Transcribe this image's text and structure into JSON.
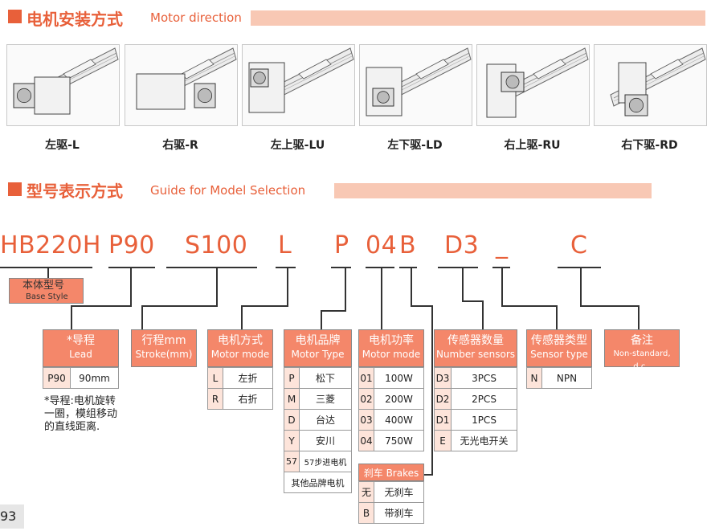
{
  "section1": {
    "title_cn": "电机安装方式",
    "title_en": "Motor direction"
  },
  "directions": [
    {
      "label": "左驱-L"
    },
    {
      "label": "右驱-R"
    },
    {
      "label": "左上驱-LU"
    },
    {
      "label": "左下驱-LD"
    },
    {
      "label": "右上驱-RU"
    },
    {
      "label": "右下驱-RD"
    }
  ],
  "section2": {
    "title_cn": "型号表示方式",
    "title_en": "Guide for Model Selection"
  },
  "model_code": {
    "base": "HB220H",
    "lead": "P90",
    "stroke": "S100",
    "mode": "L",
    "type": "P",
    "power": "04",
    "brake": "B",
    "sensor_num": "D3",
    "sep": "_",
    "sensor_type": "C"
  },
  "base_style": {
    "cn": "本体型号",
    "en": "Base Style"
  },
  "lead": {
    "cn": "*导程",
    "en": "Lead",
    "rows": [
      {
        "k": "P90",
        "v": "90mm"
      }
    ],
    "note": "*导程:电机旋转一圈，模组移动的直线距离."
  },
  "stroke": {
    "cn": "行程mm",
    "en": "Stroke(mm)"
  },
  "motor_mode": {
    "cn": "电机方式",
    "en": "Motor mode",
    "rows": [
      {
        "k": "L",
        "v": "左折"
      },
      {
        "k": "R",
        "v": "右折"
      }
    ]
  },
  "motor_type": {
    "cn": "电机品牌",
    "en": "Motor Type",
    "rows": [
      {
        "k": "P",
        "v": "松下"
      },
      {
        "k": "M",
        "v": "三菱"
      },
      {
        "k": "D",
        "v": "台达"
      },
      {
        "k": "Y",
        "v": "安川"
      },
      {
        "k": "57",
        "v": "57步进电机"
      }
    ],
    "other": "其他品牌电机"
  },
  "motor_power": {
    "cn": "电机功率",
    "en": "Motor mode",
    "rows": [
      {
        "k": "01",
        "v": "100W"
      },
      {
        "k": "02",
        "v": "200W"
      },
      {
        "k": "03",
        "v": "400W"
      },
      {
        "k": "04",
        "v": "750W"
      }
    ]
  },
  "brakes": {
    "title": "刹车 Brakes",
    "rows": [
      {
        "k": "无",
        "v": "无刹车"
      },
      {
        "k": "B",
        "v": "带刹车"
      }
    ]
  },
  "sensor_num": {
    "cn": "传感器数量",
    "en": "Number sensors",
    "rows": [
      {
        "k": "D3",
        "v": "3PCS"
      },
      {
        "k": "D2",
        "v": "2PCS"
      },
      {
        "k": "D1",
        "v": "1PCS"
      },
      {
        "k": "E",
        "v": "无光电开关"
      }
    ]
  },
  "sensor_type": {
    "cn": "传感器类型",
    "en": "Sensor type",
    "rows": [
      {
        "k": "N",
        "v": "NPN"
      }
    ]
  },
  "remark": {
    "cn": "备注",
    "en": "Non-standard, d.c.,"
  },
  "page_number": "93",
  "colors": {
    "accent": "#e8603a",
    "header_fill": "#f4876a",
    "bar": "#f8c8b4",
    "key_fill": "#fde4da"
  }
}
